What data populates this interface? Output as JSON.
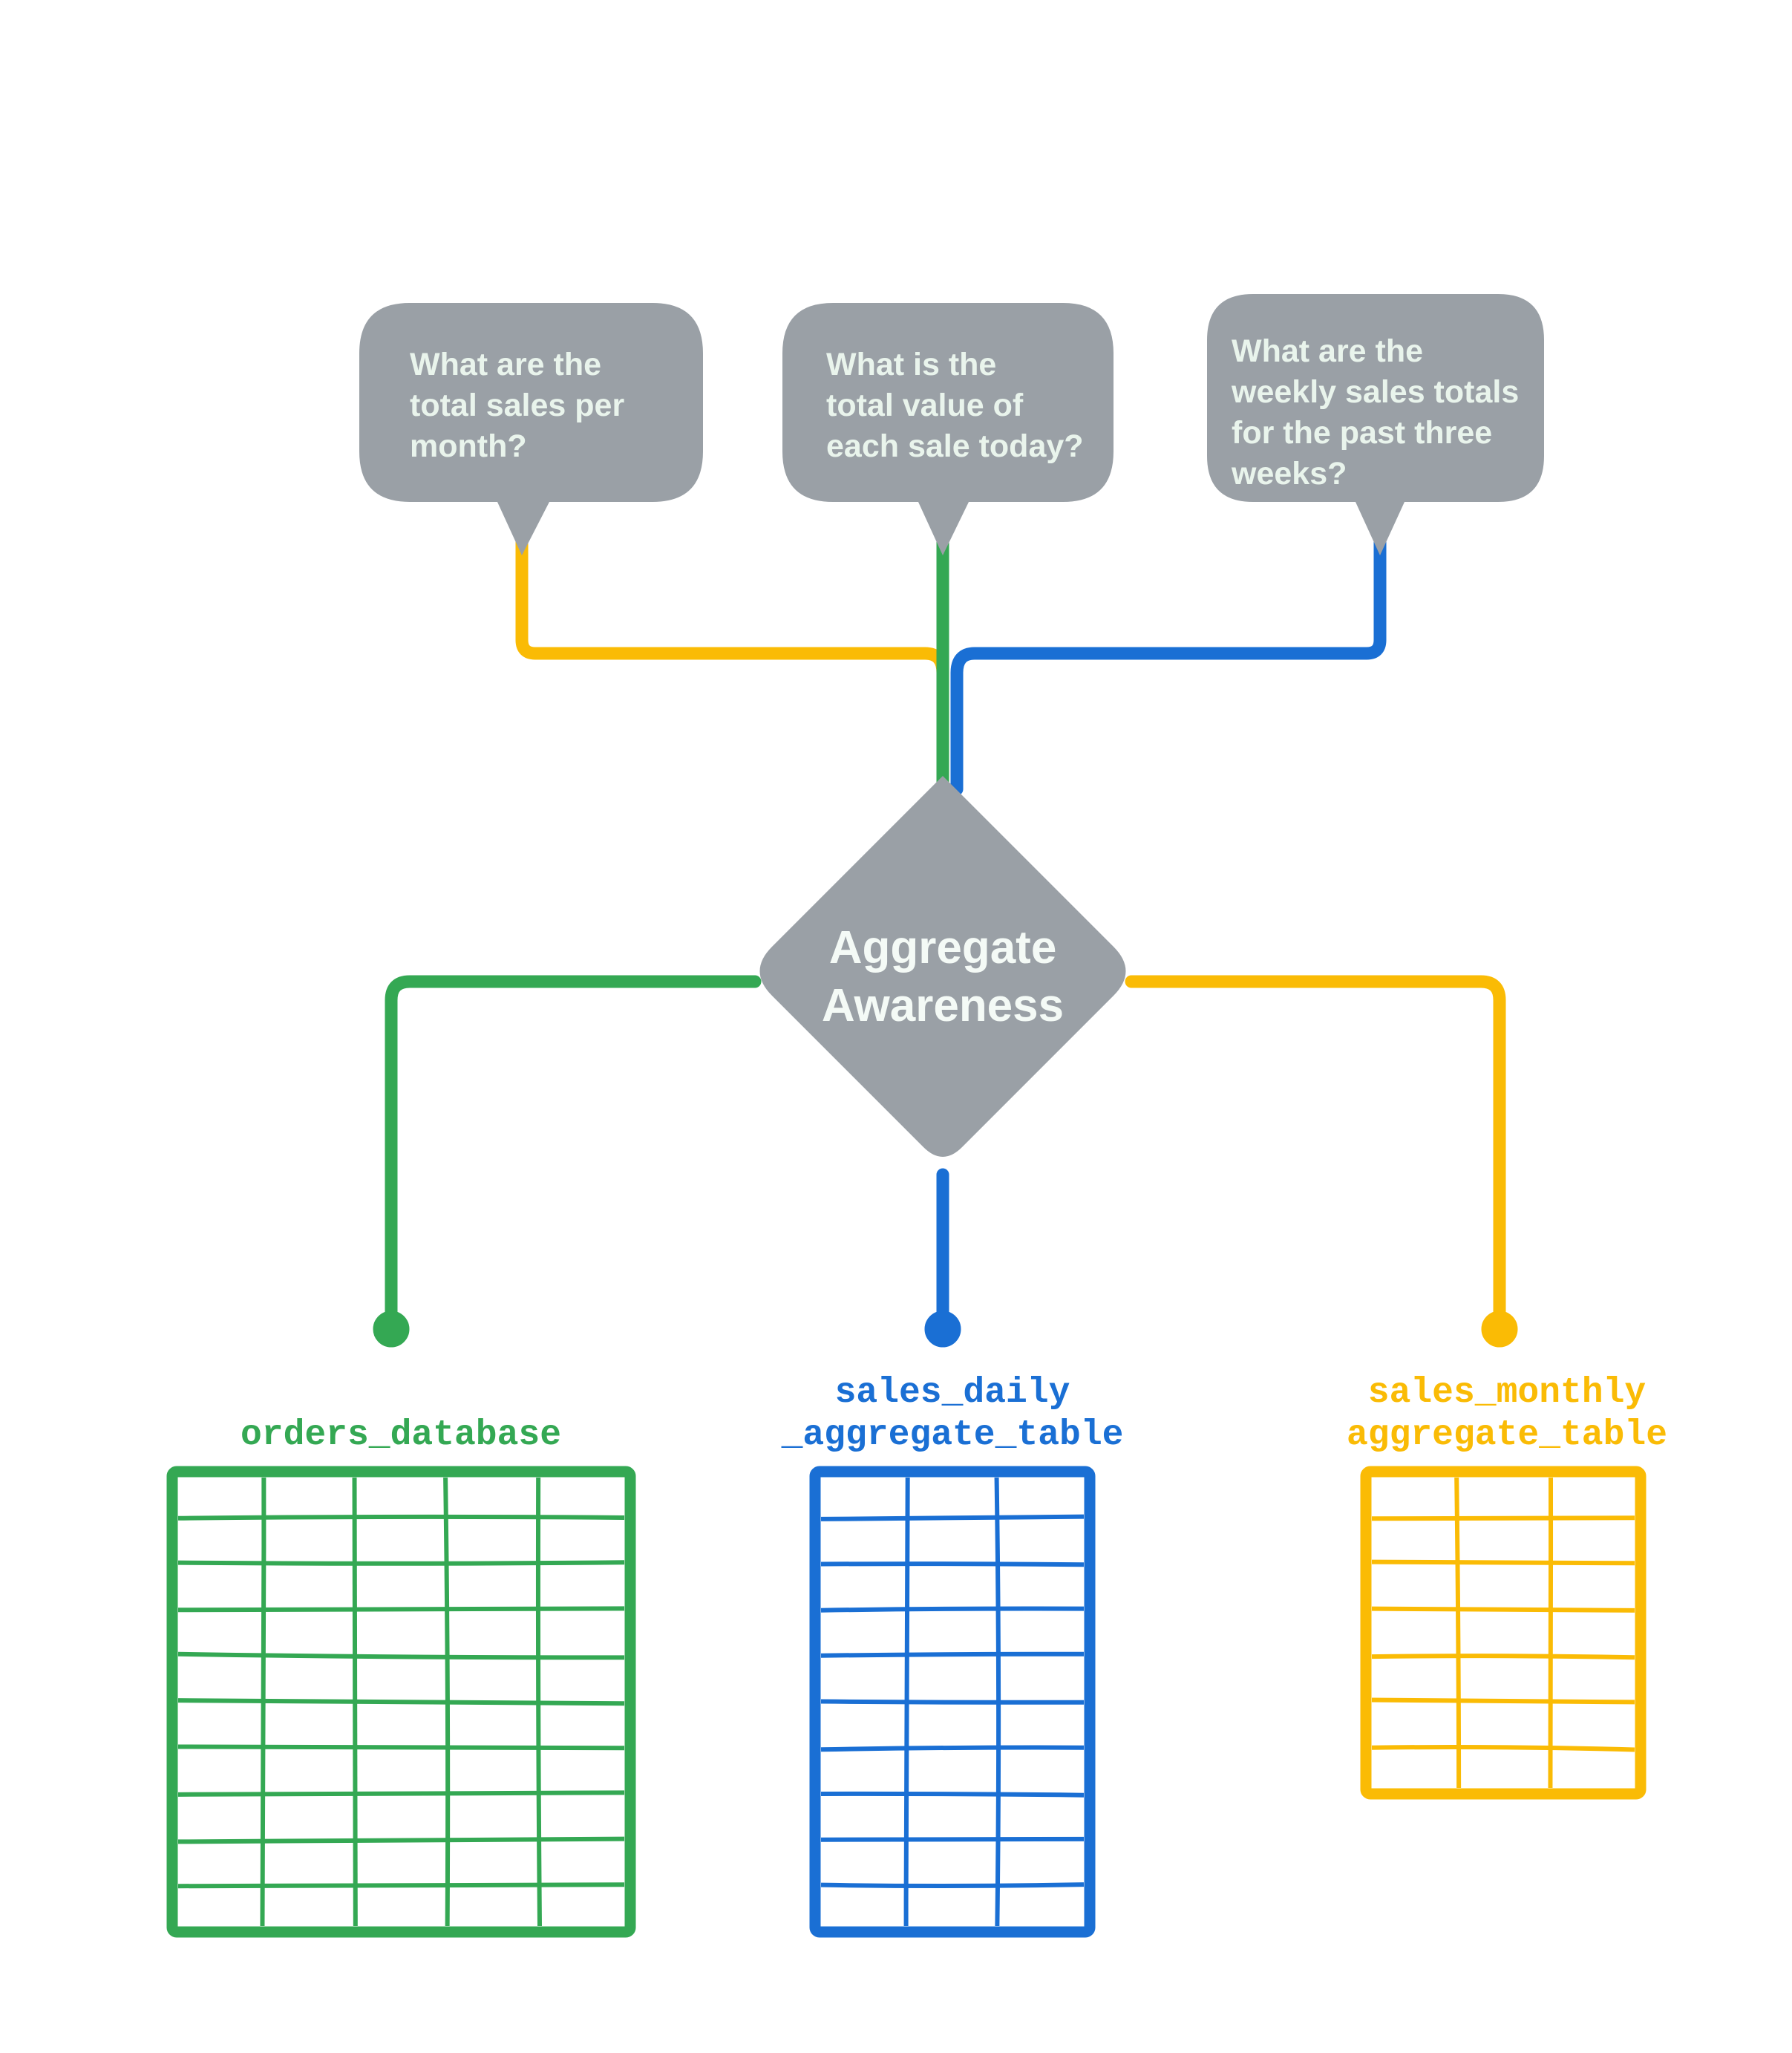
{
  "diagram": {
    "title": "Aggregate Awareness",
    "colors": {
      "gray": "#9AA0A6",
      "bubble_text": "#E9F4EC",
      "green": "#34A853",
      "blue": "#1A6FD4",
      "yellow": "#FABB05",
      "background": "#FFFFFF"
    },
    "center_node": {
      "label_line1": "Aggregate",
      "label_line2": "Awareness",
      "shape": "diamond"
    },
    "questions": [
      {
        "id": "question-monthly",
        "color": "#FABB05",
        "lines": [
          "What are the",
          "total sales per",
          "month?"
        ],
        "full_text": "What are the total sales per month?"
      },
      {
        "id": "question-daily",
        "color": "#34A853",
        "lines": [
          "What is the",
          "total value of",
          "each sale today?"
        ],
        "full_text": "What is the total value of each sale today?"
      },
      {
        "id": "question-weekly",
        "color": "#1A6FD4",
        "lines": [
          "What are the",
          "weekly sales totals",
          "for the past three",
          "weeks?"
        ],
        "full_text": "What are the weekly sales totals for the past three weeks?"
      }
    ],
    "tables": [
      {
        "id": "table-orders-database",
        "color": "#34A853",
        "label_lines": [
          "orders_database"
        ],
        "label_full": "orders_database",
        "columns": 5,
        "rows": 10
      },
      {
        "id": "table-sales-daily-aggregate",
        "color": "#1A6FD4",
        "label_lines": [
          "sales_daily",
          "_aggregate_table"
        ],
        "label_full": "sales_daily_aggregate_table",
        "columns": 3,
        "rows": 10
      },
      {
        "id": "table-sales-monthly-aggregate",
        "color": "#FABB05",
        "label_lines": [
          "sales_monthly",
          "aggregate_table"
        ],
        "label_full": "sales_monthly_aggregate_table",
        "columns": 3,
        "rows": 7
      }
    ]
  }
}
